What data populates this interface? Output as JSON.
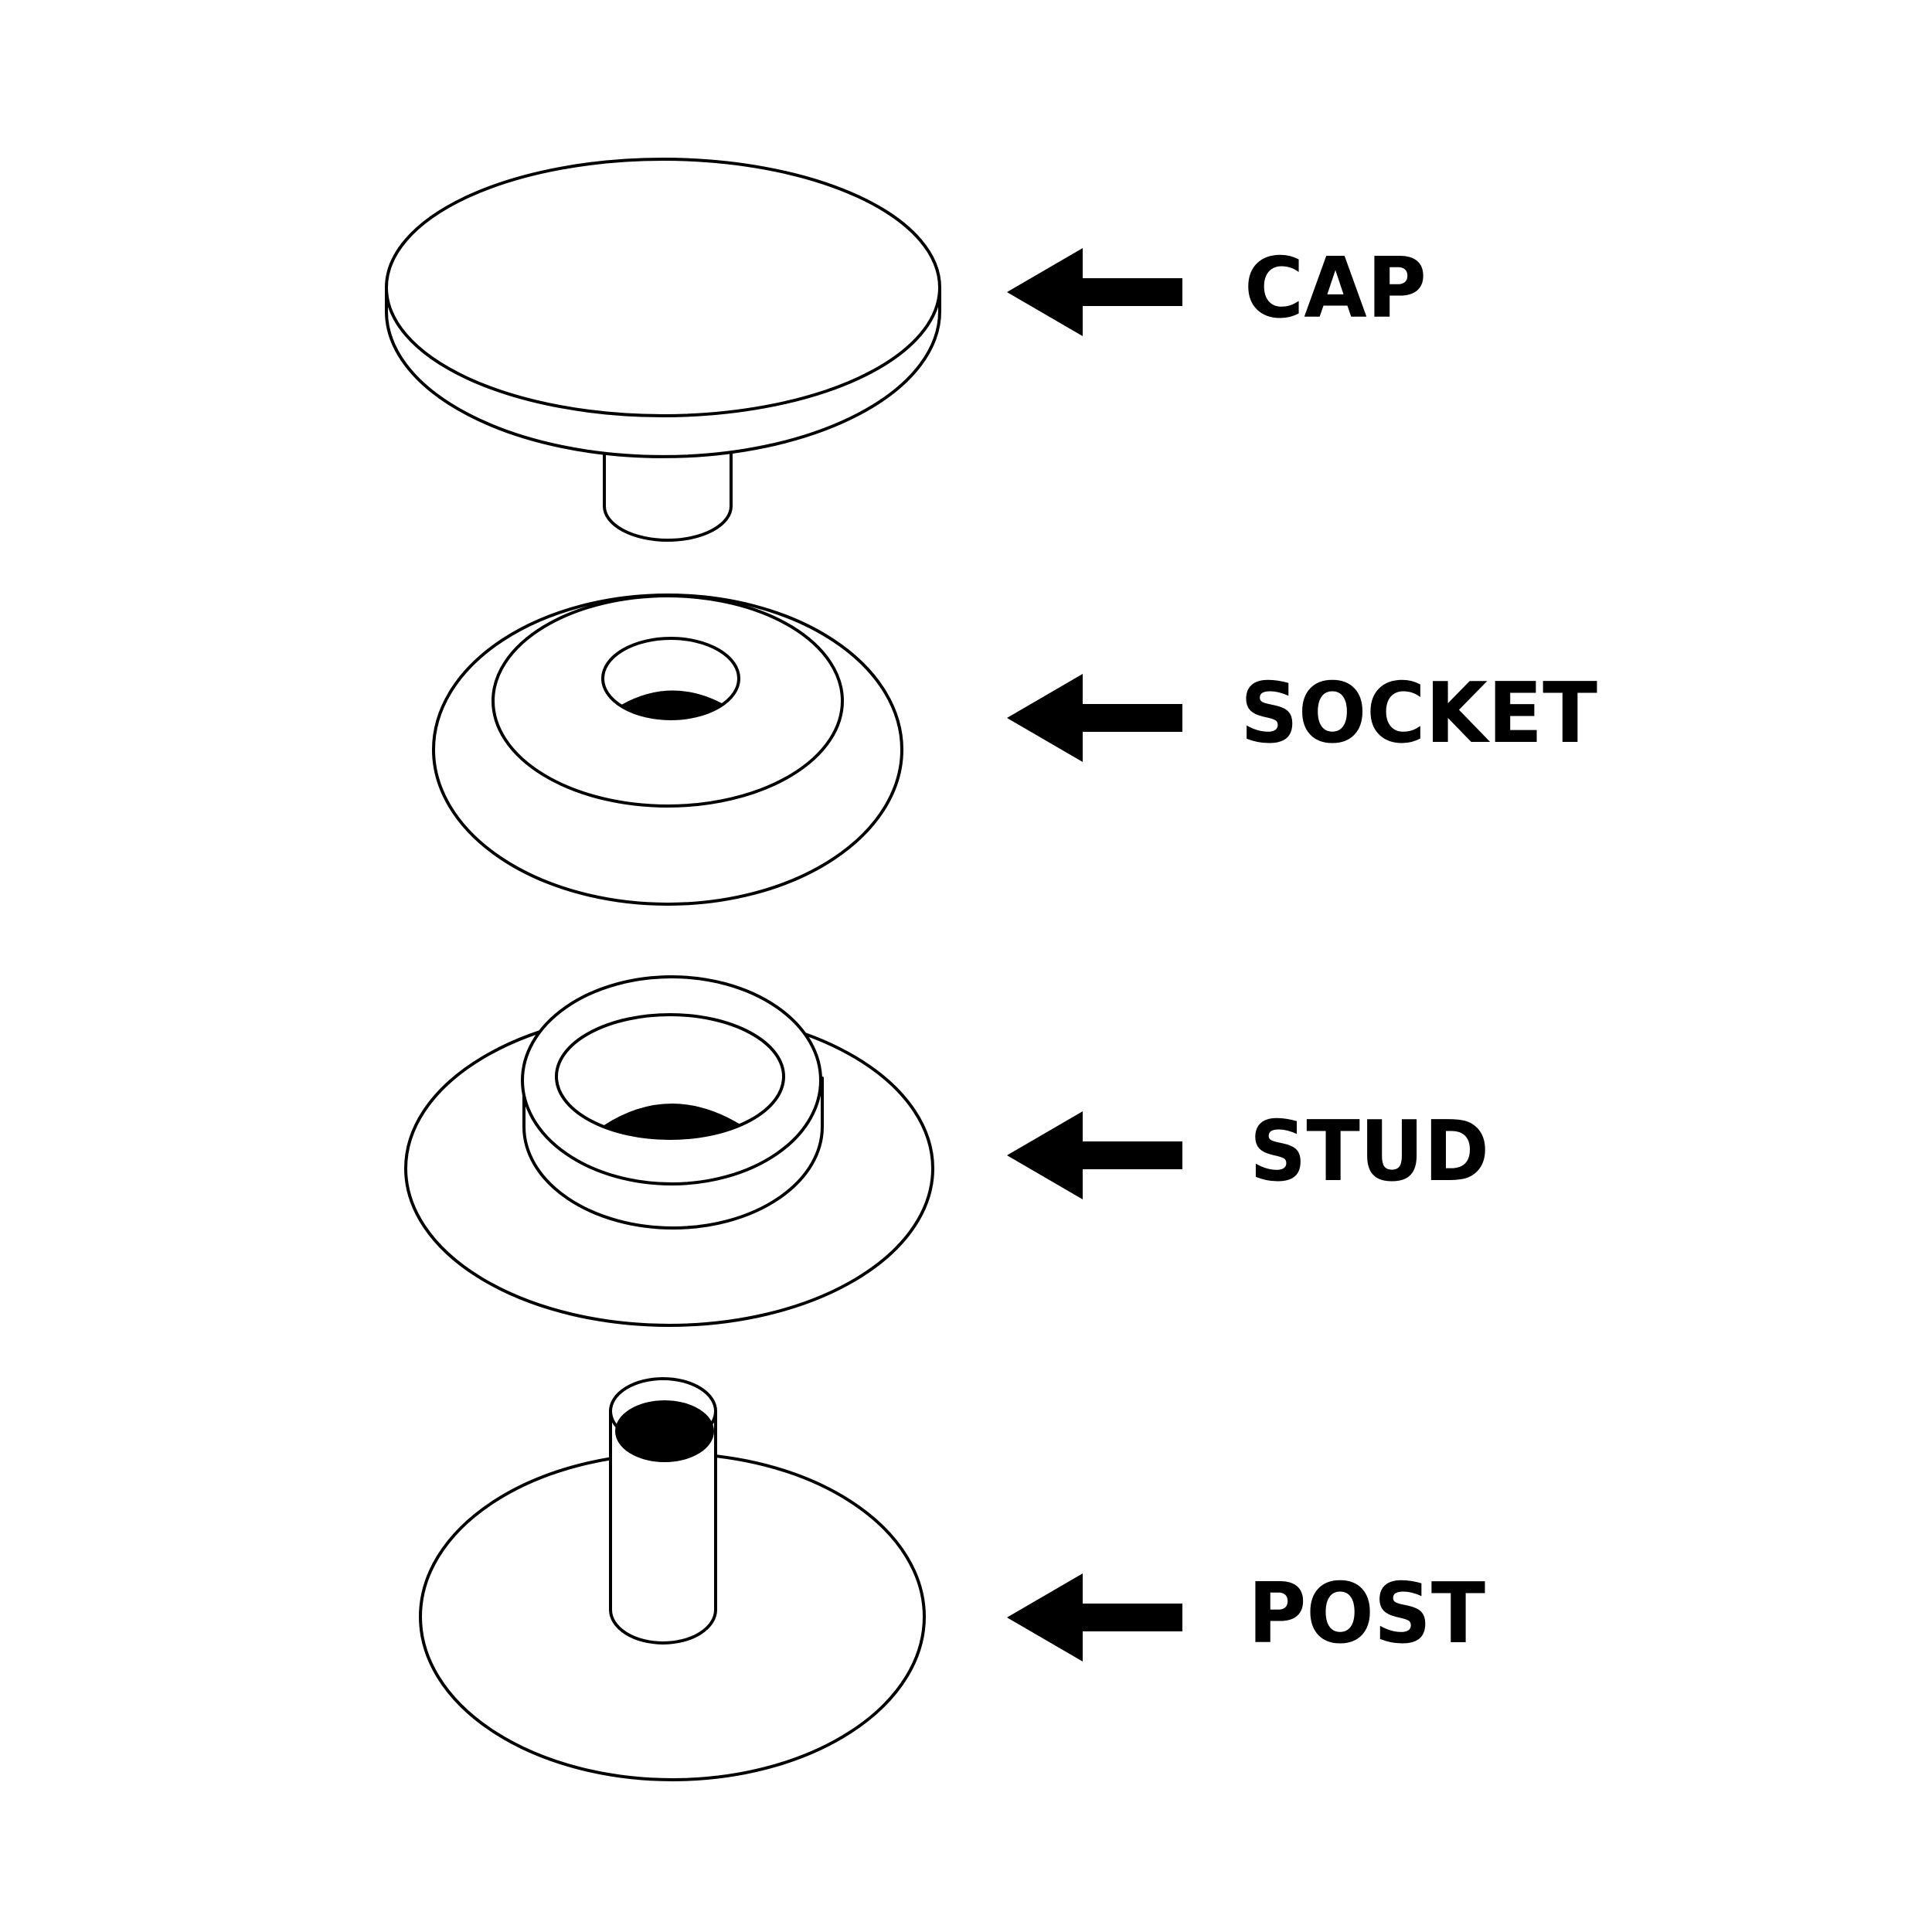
{
  "labels": {
    "cap": "CAP",
    "socket": "SOCKET",
    "stud": "STUD",
    "post": "POST"
  },
  "colors": {
    "ink": "#000000",
    "paper": "#ffffff"
  },
  "arrow_icon": "left-arrow-icon"
}
